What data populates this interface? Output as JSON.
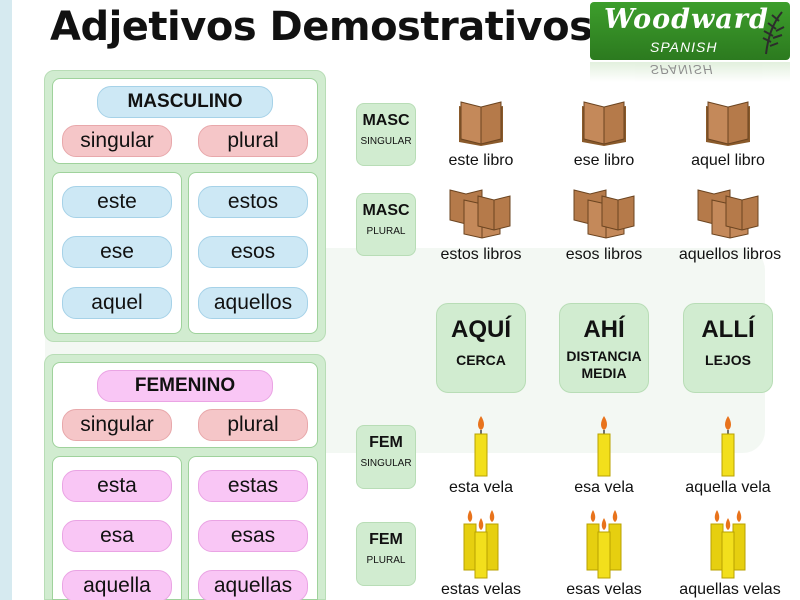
{
  "title": "Adjetivos Demostrativos",
  "logo": {
    "name": "Woodward",
    "sub": "SPANISH",
    "reflect": "SPANISH"
  },
  "masculino": {
    "header": "MASCULINO",
    "singular": "singular",
    "plural": "plural",
    "singular_forms": [
      "este",
      "ese",
      "aquel"
    ],
    "plural_forms": [
      "estos",
      "esos",
      "aquellos"
    ]
  },
  "femenino": {
    "header": "FEMENINO",
    "singular": "singular",
    "plural": "plural",
    "singular_forms": [
      "esta",
      "esa",
      "aquella"
    ],
    "plural_forms": [
      "estas",
      "esas",
      "aquellas"
    ]
  },
  "tags": [
    {
      "main": "MASC",
      "sub": "SINGULAR"
    },
    {
      "main": "MASC",
      "sub": "PLURAL"
    },
    {
      "main": "FEM",
      "sub": "SINGULAR"
    },
    {
      "main": "FEM",
      "sub": "PLURAL"
    }
  ],
  "distance": [
    {
      "main": "AQUÍ",
      "sub": "CERCA"
    },
    {
      "main": "AHÍ",
      "sub": "DISTANCIA MEDIA"
    },
    {
      "main": "ALLÍ",
      "sub": "LEJOS"
    }
  ],
  "captions": {
    "masc_sing": [
      "este libro",
      "ese libro",
      "aquel libro"
    ],
    "masc_pl": [
      "estos libros",
      "esos libros",
      "aquellos libros"
    ],
    "fem_sing": [
      "esta vela",
      "esa vela",
      "aquella vela"
    ],
    "fem_pl": [
      "estas velas",
      "esas velas",
      "aquellas velas"
    ]
  },
  "colors": {
    "panel": "#d1ecd0",
    "blue_pill": "#cde8f5",
    "pink_pill": "#f5c6c8",
    "magenta_pill": "#f9c6f5",
    "logo_green": "#3d9e2c"
  }
}
